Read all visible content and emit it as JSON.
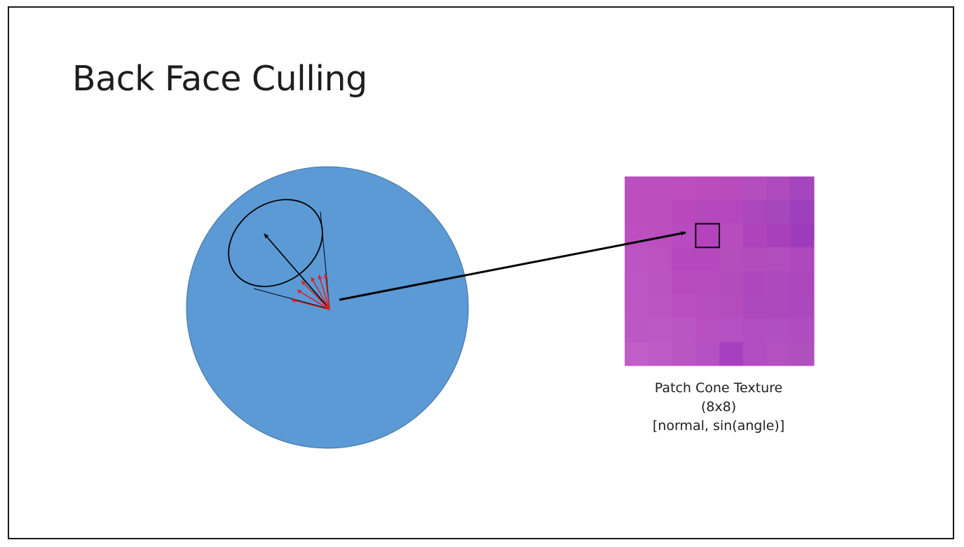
{
  "slide": {
    "title": "Back Face Culling"
  },
  "texture": {
    "caption_lines": [
      "Patch Cone Texture",
      "(8x8)",
      "[normal, sin(angle)]"
    ],
    "grid_columns": 8,
    "grid_rows": 8,
    "cell_colors": [
      [
        "#bb4fc0",
        "#bb4fbf",
        "#bd4cbd",
        "#bb4cbd",
        "#b94cbd",
        "#b44dbd",
        "#ae4bbe",
        "#a545be"
      ],
      [
        "#bb4fc0",
        "#bb4fbf",
        "#b948bd",
        "#b648bd",
        "#b547bd",
        "#ac46bc",
        "#a747bd",
        "#9e3fbb"
      ],
      [
        "#bd50c0",
        "#bb4fbf",
        "#b84bbf",
        "#b543bc",
        "#b64cbd",
        "#ae43bc",
        "#a840bb",
        "#9e3bba"
      ],
      [
        "#bc55c3",
        "#bb52c0",
        "#b648bd",
        "#b548bd",
        "#b54dbd",
        "#b34bbd",
        "#b14dbd",
        "#af48bd"
      ],
      [
        "#bd55c4",
        "#bb53c1",
        "#b84cbf",
        "#b74cbf",
        "#b44bbd",
        "#ae47bd",
        "#ad48bd",
        "#ab46bd"
      ],
      [
        "#bd56c3",
        "#bc55c3",
        "#b84ec0",
        "#b74ec0",
        "#b54cbe",
        "#ae48bd",
        "#ad49bd",
        "#ab48bd"
      ],
      [
        "#bc58c4",
        "#bc59c4",
        "#ba55c4",
        "#b84fc0",
        "#b451c2",
        "#b04dbf",
        "#b04fc0",
        "#af4cbf"
      ],
      [
        "#bf5ec6",
        "#bc5bc5",
        "#ba55c4",
        "#b550c2",
        "#a640bf",
        "#b14dc0",
        "#b351c0",
        "#b050bf"
      ]
    ],
    "highlight_cell": {
      "row": 2,
      "col": 3
    }
  },
  "colors": {
    "sphere_fill": "#5b9ad5",
    "sphere_stroke": "#41719c",
    "normal_arrow": "#e31b1b",
    "cone_outline": "#000000",
    "mapping_arrow": "#000000"
  }
}
